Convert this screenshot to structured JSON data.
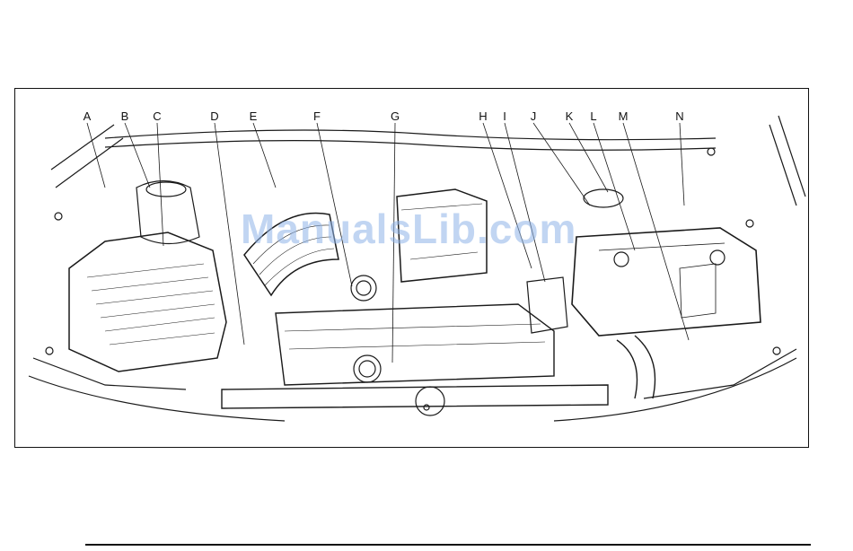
{
  "callouts": [
    "A",
    "B",
    "C",
    "D",
    "E",
    "F",
    "G",
    "H",
    "I",
    "J",
    "K",
    "L",
    "M",
    "N"
  ],
  "watermark": "ManualsLib.com",
  "colors": {
    "line": "#1a1a1a",
    "watermark": "#8fb4e8"
  }
}
